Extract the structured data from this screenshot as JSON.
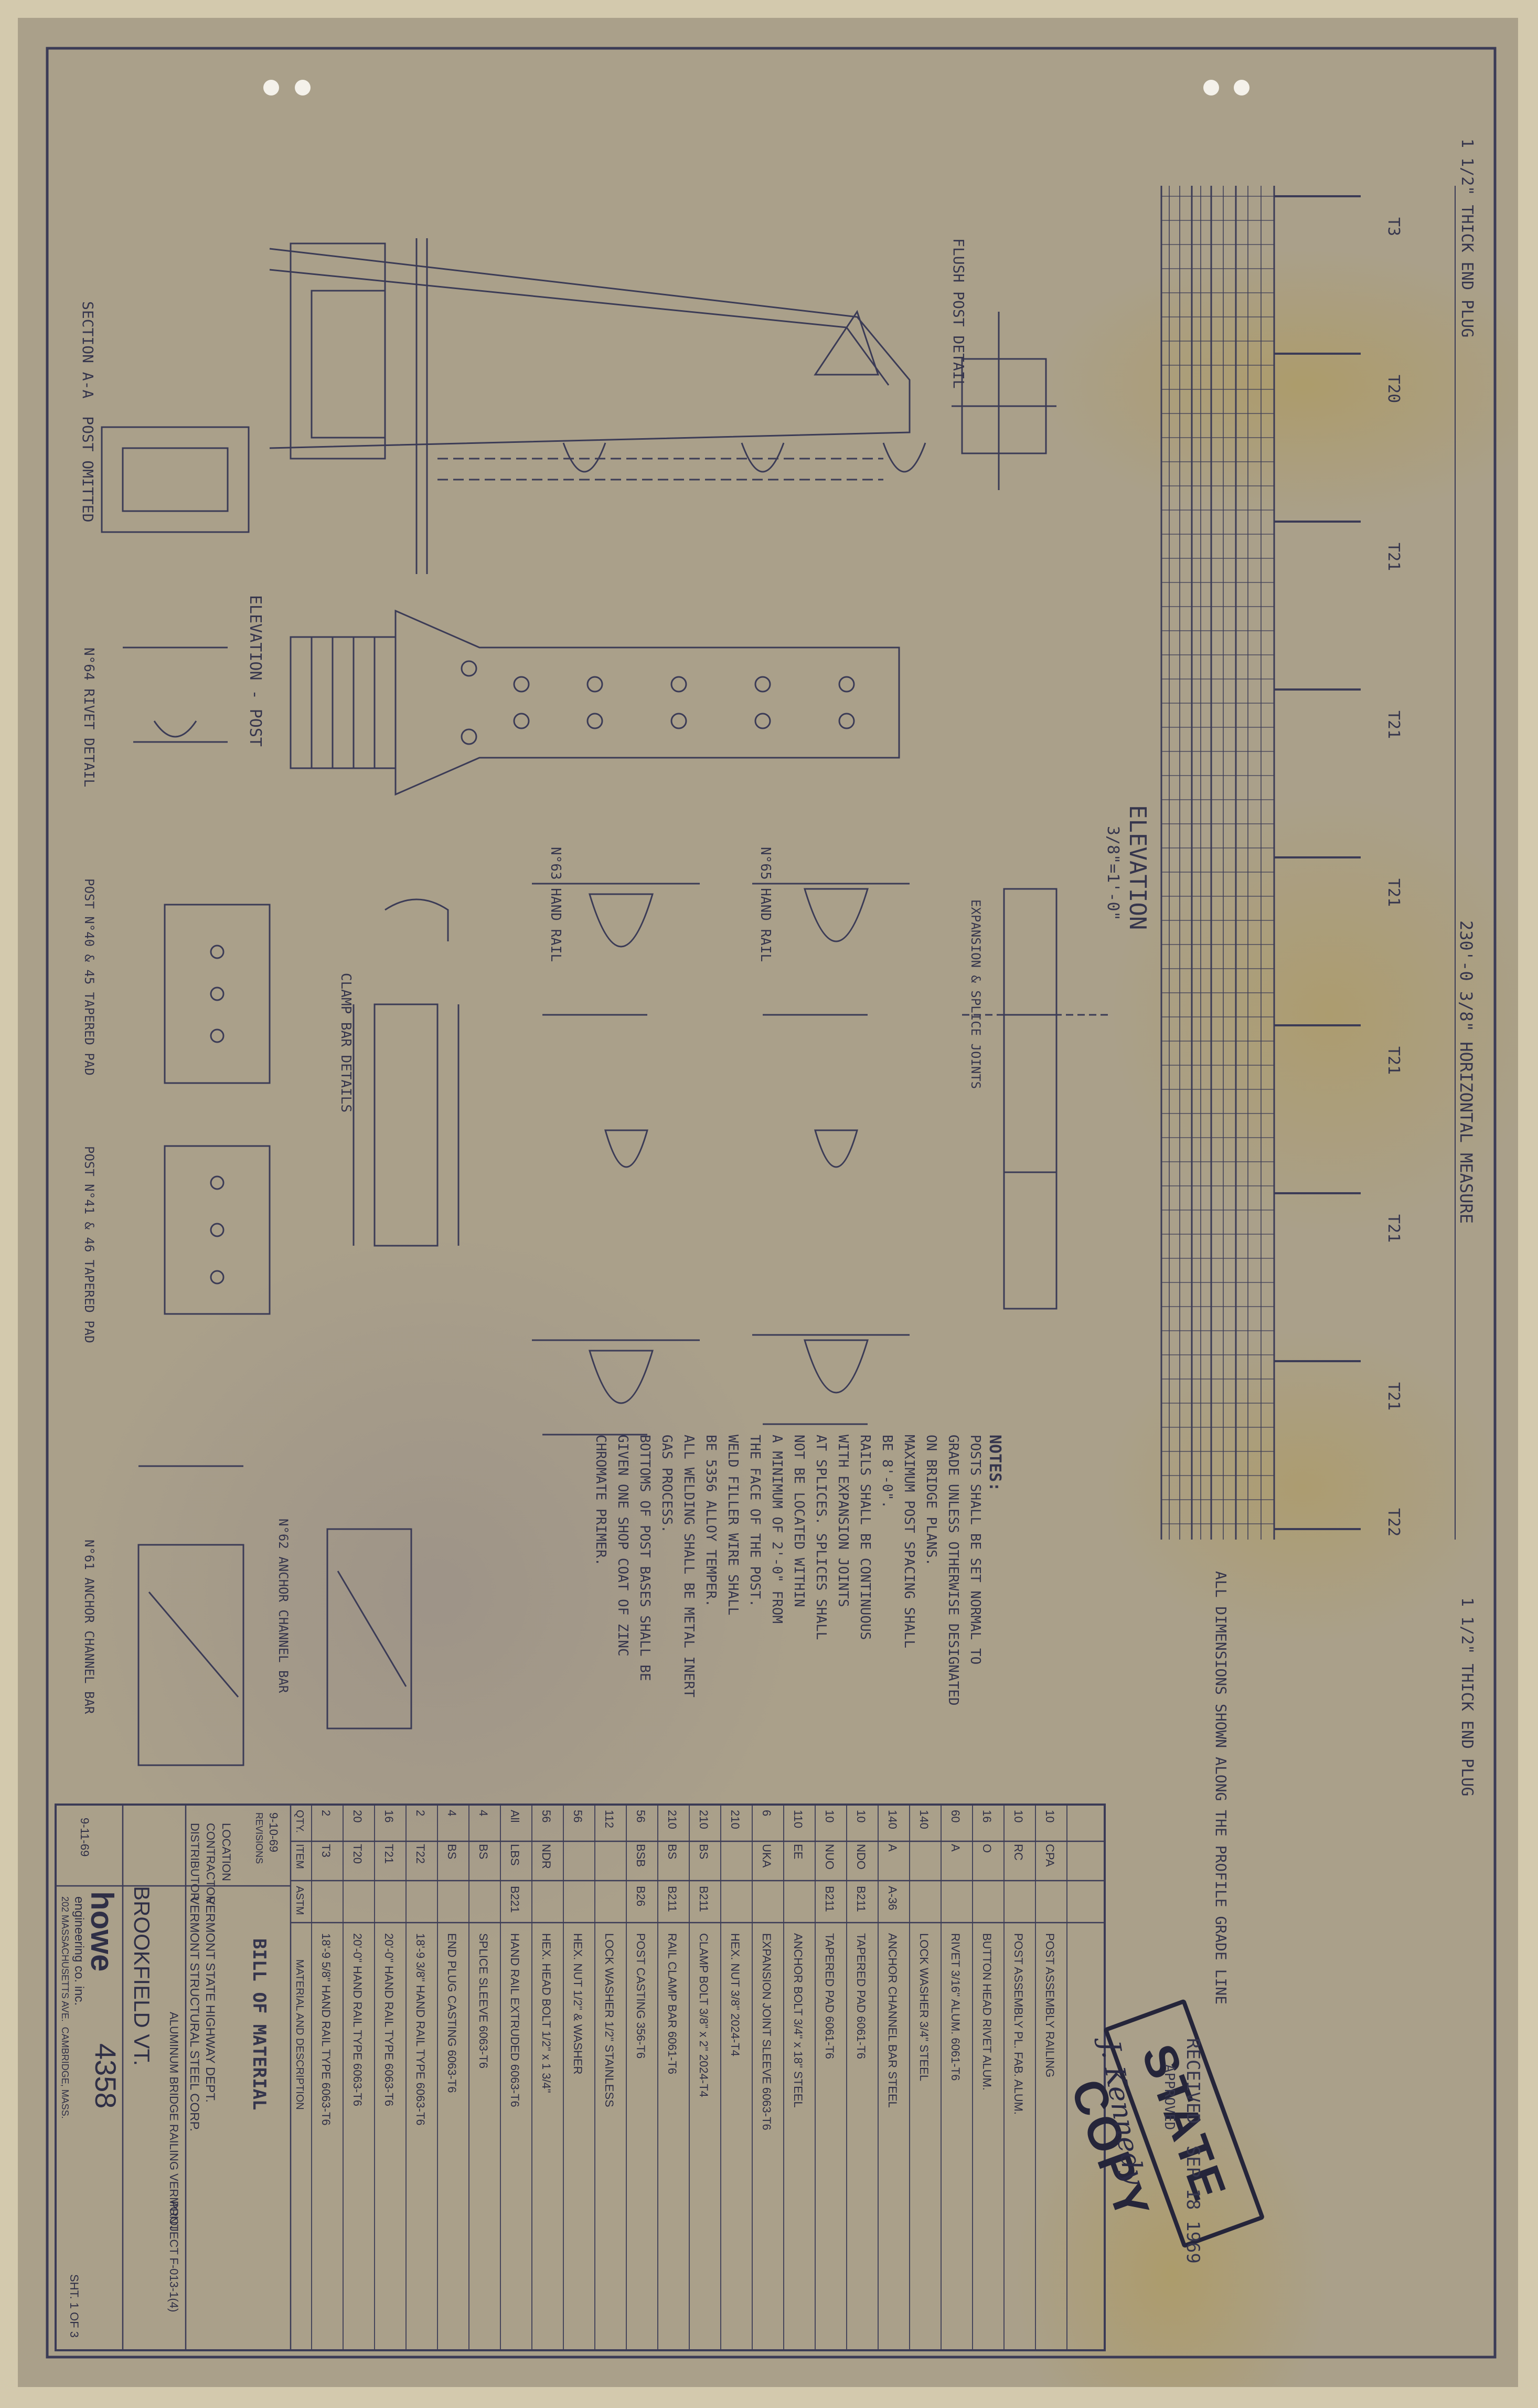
{
  "sheet": {
    "main_title": "ELEVATION",
    "scale": "3/8\"=1'-0\"",
    "measure_label": "230'-0 3/8\" HORIZONTAL MEASURE",
    "end_plug_top": "1 1/2\" THICK END PLUG",
    "end_plug_bottom": "1 1/2\" THICK END PLUG",
    "rail_tags": [
      "T3",
      "T20",
      "T21",
      "T21",
      "T21",
      "T21",
      "T21",
      "T21",
      "T22"
    ],
    "section_a": "SECTION A-A  POST OMITTED",
    "flush_post": "FLUSH POST DETAIL",
    "elevation_post": "ELEVATION - POST",
    "rivet_detail": "N°64 RIVET DETAIL",
    "hand_rail_a": "N°65 HAND RAIL",
    "hand_rail_b": "N°63 HAND RAIL",
    "clamp": "CLAMP BAR DETAILS",
    "pad_a": "POST N°40 & 45 TAPERED PAD",
    "pad_b": "POST N°41 & 46 TAPERED PAD",
    "anchor_bar": "N°61 ANCHOR CHANNEL BAR",
    "anchor_clamp": "N°62 ANCHOR CHANNEL BAR",
    "expansion": "EXPANSION & SPLICE JOINTS",
    "dimension_notes": "ALL DIMENSIONS SHOWN ALONG THE PROFILE GRADE LINE",
    "stamp": "STATE COPY",
    "received": "RECEIVED  SEP 18 1969",
    "approved": "APPROVED",
    "signature": "J. Kennedy"
  },
  "notes": {
    "heading": "NOTES:",
    "lines": [
      "POSTS SHALL BE SET NORMAL TO",
      "GRADE UNLESS OTHERWISE DESIGNATED",
      "ON BRIDGE PLANS.",
      "MAXIMUM POST SPACING SHALL",
      "BE 8'-0\".",
      "RAILS SHALL BE CONTINUOUS",
      "WITH EXPANSION JOINTS",
      "AT SPLICES. SPLICES SHALL",
      "NOT BE LOCATED WITHIN",
      "A MINIMUM OF 2'-0\" FROM",
      "THE FACE OF THE POST.",
      "WELD FILLER WIRE SHALL",
      "BE 5356 ALLOY TEMPER.",
      "ALL WELDING SHALL BE METAL INERT",
      "GAS PROCESS.",
      "BOTTOMS OF POST BASES SHALL BE",
      "GIVEN ONE SHOP COAT OF ZINC",
      "CHROMATE PRIMER."
    ]
  },
  "bom": {
    "title": "BILL OF MATERIAL",
    "headers": [
      "QTY.",
      "ITEM",
      "ASTM",
      "MATERIAL AND DESCRIPTION"
    ],
    "rows": [
      [
        "2",
        "T3",
        "",
        "18'-9 5/8\" HAND RAIL TYPE 6063-T6"
      ],
      [
        "20",
        "T20",
        "",
        "20'-0\" HAND RAIL TYPE 6063-T6"
      ],
      [
        "16",
        "T21",
        "",
        "20'-0\" HAND RAIL TYPE 6063-T6"
      ],
      [
        "2",
        "T22",
        "",
        "18'-9 3/8\" HAND RAIL TYPE 6063-T6"
      ],
      [
        "4",
        "BS",
        "",
        "END PLUG CASTING 6063-T6"
      ],
      [
        "4",
        "BS",
        "",
        "SPLICE SLEEVE 6063-T6"
      ],
      [
        "All",
        "LBS",
        "B221",
        "HAND RAIL EXTRUDED 6063-T6"
      ],
      [
        "56",
        "NDR",
        "",
        "HEX. HEAD BOLT 1/2\" x 1 3/4\""
      ],
      [
        "56",
        "",
        "",
        "HEX. NUT 1/2\" & WASHER"
      ],
      [
        "112",
        "",
        "",
        "LOCK WASHER 1/2\" STAINLESS"
      ],
      [
        "56",
        "BSB",
        "B26",
        "POST CASTING 356-T6"
      ],
      [
        "210",
        "BS",
        "B211",
        "RAIL CLAMP BAR 6061-T6"
      ],
      [
        "210",
        "BS",
        "B211",
        "CLAMP BOLT 3/8\" x 2\" 2024-T4"
      ],
      [
        "210",
        "",
        "",
        "HEX. NUT 3/8\" 2024-T4"
      ],
      [
        "6",
        "UKA",
        "",
        "EXPANSION JOINT SLEEVE 6063-T6"
      ],
      [
        "110",
        "EE",
        "",
        "ANCHOR BOLT 3/4\" x 18\" STEEL"
      ],
      [
        "10",
        "NUO",
        "B211",
        "TAPERED PAD 6061-T6"
      ],
      [
        "10",
        "NDO",
        "B211",
        "TAPERED PAD 6061-T6"
      ],
      [
        "140",
        "A",
        "A-36",
        "ANCHOR CHANNEL BAR STEEL"
      ],
      [
        "140",
        "",
        "",
        "LOCK WASHER 3/4\" STEEL"
      ],
      [
        "60",
        "A",
        "",
        "RIVET 3/16\" ALUM. 6061-T6"
      ],
      [
        "16",
        "O",
        "",
        "BUTTON HEAD RIVET ALUM."
      ],
      [
        "10",
        "RC",
        "",
        "POST ASSEMBLY PL. FAB. ALUM."
      ],
      [
        "10",
        "CPA",
        "",
        "POST ASSEMBLY RAILING"
      ]
    ]
  },
  "title_block": {
    "location_label": "LOCATION",
    "contractor_label": "CONTRACTOR",
    "distributor_label": "DISTRIBUTOR",
    "location": "BROOKFIELD VT.",
    "contractor": "VERMONT STATE HIGHWAY DEPT.",
    "distributor": "VERMONT STRUCTURAL STEEL CORP.",
    "project": "ALUMINUM BRIDGE RAILING VERMONT",
    "project_no": "PROJECT F-013-1(4)",
    "company": "howe",
    "company_sub": "engineering co. inc.",
    "address": "202 MASSACHUSETTS AVE.  CAMBRIDGE, MASS.",
    "job": "4358",
    "sheet": "SHT. 1 OF 3",
    "dates": [
      "9-10-69",
      "9-11-69"
    ],
    "revisions_label": "REVISIONS"
  }
}
